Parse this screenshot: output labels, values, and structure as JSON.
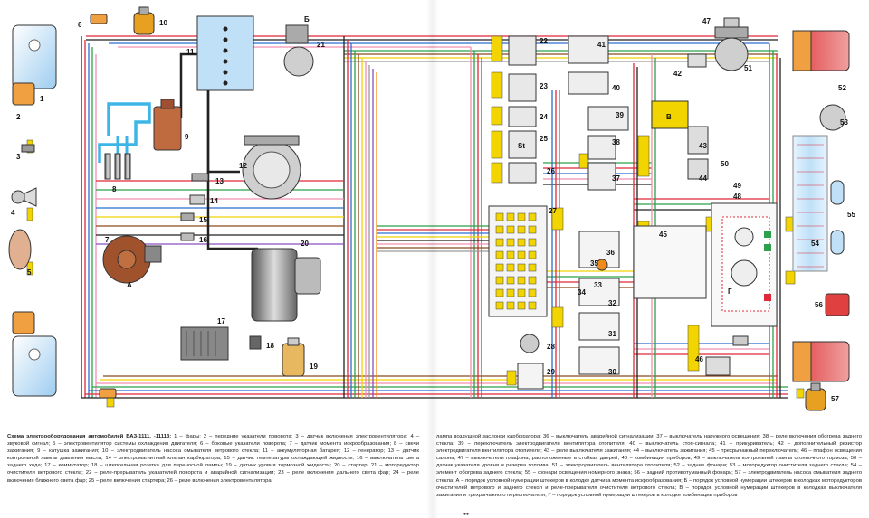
{
  "caption": {
    "title": "Схема электрооборудования автомобилей ВАЗ-1111, -11113:",
    "left_text": "1 – фары; 2 – передние указатели поворота; 3 – датчик включения электровентилятора; 4 – звуковой сигнал; 5 – электровентилятор системы охлаждения двигателя; 6 – боковые указатели поворота; 7 – датчик момента искрообразования; 8 – свечи зажигания; 9 – катушка зажигания; 10 – электродвигатель насоса омывателя ветрового стекла; 11 – аккумуляторная батарея; 12 – генератор; 13 – датчик контрольной лампы давления масла; 14 – электромагнитный клапан карбюратора; 15 – датчик температуры охлаждающей жидкости; 16 – выключатель света заднего хода; 17 – коммутатор; 18 – штепсельная розетка для переносной лампы; 19 – датчик уровня тормозной жидкости; 20 – стартер; 21 – моторедуктор очистителя ветрового стекла; 22 – реле-прерыватель указателей поворота и аварийной сигнализации; 23 – реле включения дальнего света фар; 24 – реле включения ближнего света фар; 25 – реле включения стартера; 26 – реле включения электровентилятора;",
    "right_text": "лампа воздушной заслонки карбюратора; 36 – выключатель аварийной сигнализации; 37 – выключатель наружного освещения; 38 – реле включения обогрева заднего стекла; 39 – переключатель электродвигателя вентилятора отопителя; 40 – выключатель стоп-сигнала; 41 – прикуриватель; 42 – дополнительный резистор электродвигателя вентилятора отопителя; 43 – реле выключателя зажигания; 44 – выключатель зажигания; 45 – трехрычажный переключатель; 46 – плафон освещения салона; 47 – выключатели плафона, расположенные в стойках дверей; 48 – комбинация приборов; 49 – выключатель контрольной лампы стояночного тормоза; 50 – датчик указателя уровня и резерва топлива; 51 – электродвигатель вентилятора отопителя; 52 – задние фонари; 53 – моторедуктор очистителя заднего стекла; 54 – элемент обогрева заднего стекла; 55 – фонари освещения номерного знака; 56 – задний противотуманный фонарь; 57 – электродвигатель насоса омывателя заднего стекла; А – порядок условной нумерации штекеров в колодке датчика момента искрообразования; Б – порядок условной нумерации штекеров в колодках моторедукторов очистителей ветрового и заднего стекол и реле-прерывателя очистителя ветрового стекла; В – порядок условной нумерации штекеров в колодках выключателя зажигания и трехрычажного переключателя; Г – порядок условной нумерации штекеров в колодке комбинации приборов",
    "page_mark": "●●"
  },
  "diagram": {
    "component_numbers": [
      "1",
      "2",
      "3",
      "4",
      "5",
      "6",
      "7",
      "8",
      "9",
      "10",
      "11",
      "12",
      "13",
      "14",
      "15",
      "16",
      "17",
      "18",
      "19",
      "20",
      "21",
      "22",
      "23",
      "24",
      "25",
      "26",
      "27",
      "28",
      "29",
      "30",
      "31",
      "32",
      "33",
      "34",
      "35",
      "36",
      "37",
      "38",
      "39",
      "40",
      "41",
      "42",
      "43",
      "44",
      "45",
      "46",
      "47",
      "48",
      "49",
      "50",
      "51",
      "52",
      "53",
      "54",
      "55",
      "56",
      "57"
    ],
    "letters": [
      "А",
      "Б",
      "В",
      "Г"
    ],
    "relay_labels": [
      "St"
    ],
    "wire_colors": {
      "red": "#e0283a",
      "pink": "#f08fb0",
      "blue": "#2a6fd0",
      "cyan": "#3cb6e6",
      "green": "#2fa04a",
      "yellow": "#f1d400",
      "brown": "#8a4a1c",
      "black": "#222222",
      "orange": "#f08a1c",
      "violet": "#8a4fc0",
      "grey": "#9a9a9a",
      "white": "#ffffff"
    }
  }
}
